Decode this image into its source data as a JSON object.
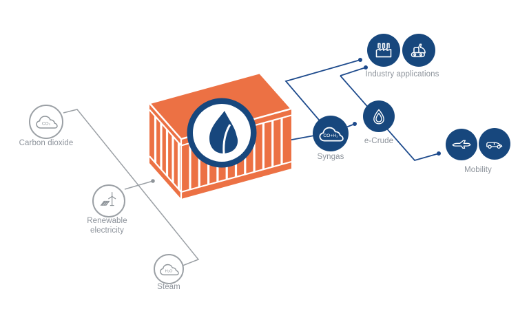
{
  "diagram": {
    "title_hint": "power-to-liquid process flow",
    "colors": {
      "container_orange": "#EC7144",
      "node_navy": "#17477D",
      "line_blue": "#1D4A8C",
      "line_gray": "#9BA0A5",
      "text_gray": "#8D939B"
    },
    "inputs": {
      "carbon_dioxide": {
        "label": "Carbon dioxide",
        "formula": "CO₂",
        "icon": "co2-cloud-icon"
      },
      "renewable_electricity": {
        "label": "Renewable electricity",
        "icon": "wind-turbine-solar-icon"
      },
      "steam": {
        "label": "Steam",
        "formula": "H₂O",
        "icon": "h2o-cloud-icon"
      }
    },
    "process": {
      "name": "reactor-container",
      "icon": "flame-icon"
    },
    "intermediates": {
      "syngas": {
        "label": "Syngas",
        "formula": "CO+H₂",
        "icon": "syngas-cloud-icon"
      },
      "e_crude": {
        "label": "e-Crude",
        "icon": "oil-droplet-icon"
      }
    },
    "outputs": {
      "industry_applications": {
        "label": "Industry applications",
        "icons": [
          "factory-icon",
          "excavator-icon"
        ]
      },
      "mobility": {
        "label": "Mobility",
        "icons": [
          "airplane-icon",
          "car-icon"
        ]
      }
    }
  }
}
